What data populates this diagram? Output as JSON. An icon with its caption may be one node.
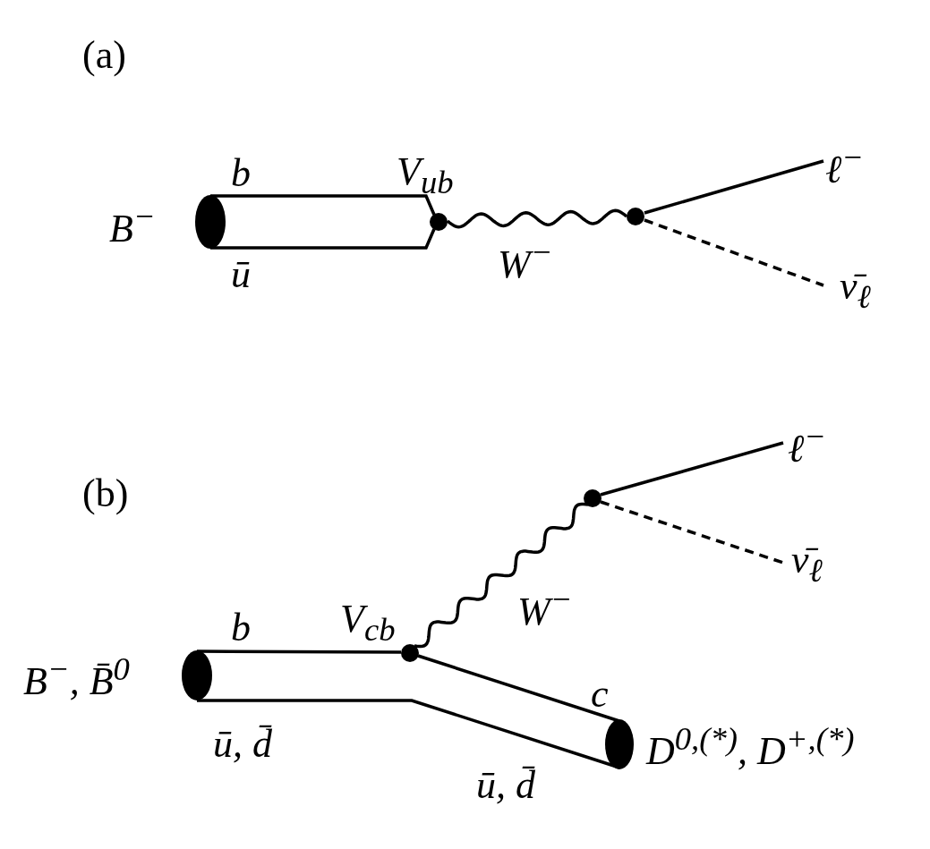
{
  "diagram": {
    "nodes": [
      {
        "text": [],
        "shape": "ellipse",
        "beside": [
          "B$^{−}$"
        ]
      },
      {
        "text": [],
        "shape": "circle",
        "beside": [
          "V$_{ub}$"
        ]
      },
      {
        "text": [],
        "shape": "circle"
      },
      {
        "text": [
          "ℓ$^{−}$"
        ]
      },
      {
        "text": [
          "ν̄$_{ℓ}$"
        ]
      },
      {
        "text": [],
        "shape": "ellipse",
        "beside": [
          "B$^{−}$, B̄$^{0}$"
        ]
      },
      {
        "text": [],
        "shape": "circle",
        "beside": [
          "V$_{cb}$"
        ]
      },
      {
        "text": [],
        "shape": "circle"
      },
      {
        "text": [
          "ℓ$^{−}$"
        ]
      },
      {
        "text": [
          "ν̄$_{ℓ}$"
        ]
      },
      {
        "text": [],
        "shape": "ellipse",
        "beside": [
          "D$^{0,(*)}$, D$^{+,(*)}$"
        ]
      }
    ],
    "edges": [
      {
        "from": 0,
        "to": 1,
        "arrow": "none",
        "label": "b"
      },
      {
        "from": 0,
        "to": 1,
        "arrow": "none",
        "label": "ū"
      },
      {
        "from": 1,
        "to": 2,
        "arrow": "none",
        "label": "W$^{−}$"
      },
      {
        "from": 2,
        "to": 3,
        "arrow": "none"
      },
      {
        "from": 2,
        "to": 4,
        "arrow": "none",
        "style": "dashed"
      },
      {
        "from": 5,
        "to": 6,
        "arrow": "none",
        "label": "b"
      },
      {
        "from": 6,
        "to": 7,
        "arrow": "none",
        "label": "W$^{−}$"
      },
      {
        "from": 7,
        "to": 8,
        "arrow": "none"
      },
      {
        "from": 7,
        "to": 9,
        "arrow": "none",
        "style": "dashed"
      },
      {
        "from": 6,
        "to": 10,
        "arrow": "none",
        "label": "c"
      },
      {
        "from": 5,
        "to": 10,
        "arrow": "none",
        "label": "ū, d̄"
      }
    ],
    "labels": [
      "(a)",
      "(b)",
      "ū, d̄"
    ]
  }
}
